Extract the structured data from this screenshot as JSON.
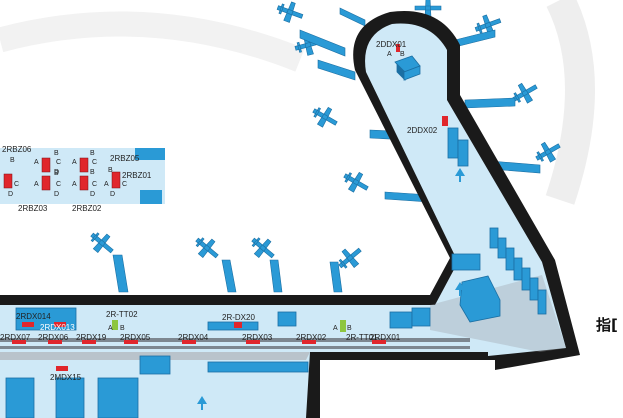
{
  "colors": {
    "wall": "#1a1a1a",
    "corridor": "#cfe9f7",
    "unit": "#2a9ad6",
    "unit_dark": "#1b6fa3",
    "plane": "#2a9ad6",
    "counter_red": "#e0262c",
    "counter_green": "#8dc63f",
    "background": "#ffffff"
  },
  "labels": {
    "dx01": "2DDX01",
    "dx02": "2DDX02",
    "rbz06": "2RBZ06",
    "rbz05": "2RBZ05",
    "rbz01": "2RBZ01",
    "rbz03": "2RBZ03",
    "rbz02": "2RBZ02",
    "rdx014": "2RDX014",
    "rdx013": "2RDX013",
    "rdx07": "2RDX07",
    "rdx06": "2RDX06",
    "rdx19": "2RDX19",
    "rdx05": "2RDX05",
    "rdx04": "2RDX04",
    "rdx03": "2RDX03",
    "rdx02": "2RDX02",
    "rdx01": "2RDX01",
    "rtt02": "2R-TT02",
    "rtt01": "2R-TT01",
    "rdx20": "2R-DX20",
    "mdx15": "2MDX15",
    "sign": "指[",
    "a": "A",
    "b": "B",
    "c": "C",
    "d": "D"
  },
  "icons": [
    "airplane-icon",
    "direction-arrow-icon"
  ]
}
